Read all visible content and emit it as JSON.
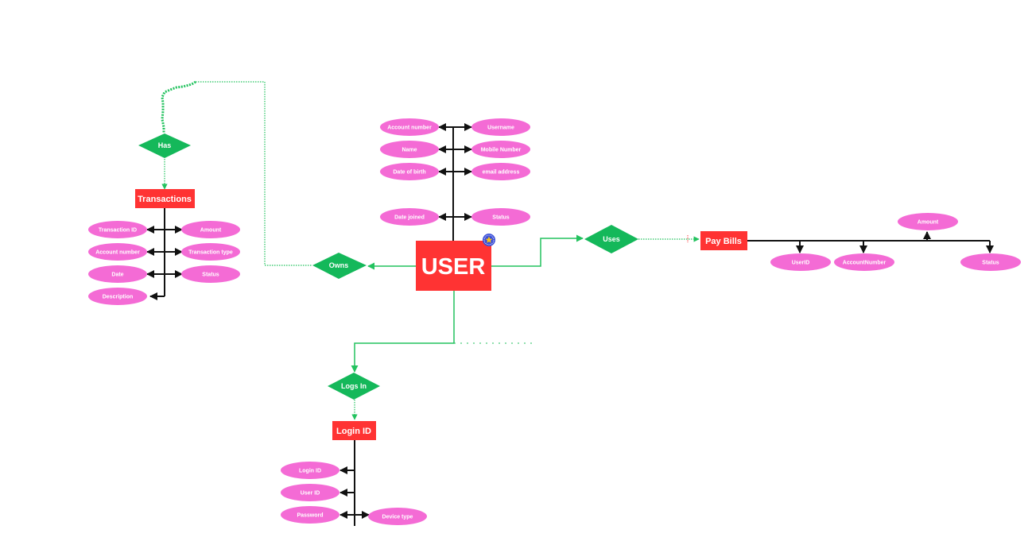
{
  "colors": {
    "entity": "#ff3333",
    "relationship": "#14b85a",
    "attribute": "#f46bd5",
    "connector": "#111111",
    "link": "#22c25e"
  },
  "entities": {
    "user": "USER",
    "transactions": "Transactions",
    "pay_bills": "Pay Bills",
    "login_id": "Login ID"
  },
  "relationships": {
    "has": "Has",
    "owns": "Owns",
    "uses": "Uses",
    "logs_in": "Logs In"
  },
  "user_attributes": {
    "account_number": "Account number",
    "username": "Username",
    "name": "Name",
    "mobile_number": "Mobile Number",
    "date_of_birth": "Date of birth",
    "email_address": "email address",
    "date_joined": "Date joined",
    "status": "Status"
  },
  "transaction_attributes": {
    "transaction_id": "Transaction ID",
    "amount": "Amount",
    "account_number": "Account number",
    "transaction_type": "Transaction type",
    "date": "Date",
    "status": "Status",
    "description": "Description"
  },
  "paybill_attributes": {
    "amount": "Amount",
    "user_id": "UserID",
    "account_number": "AccountNumber",
    "status": "Status"
  },
  "login_attributes": {
    "login_id": "Login ID",
    "user_id": "User ID",
    "password": "Password",
    "device_type": "Device type"
  }
}
